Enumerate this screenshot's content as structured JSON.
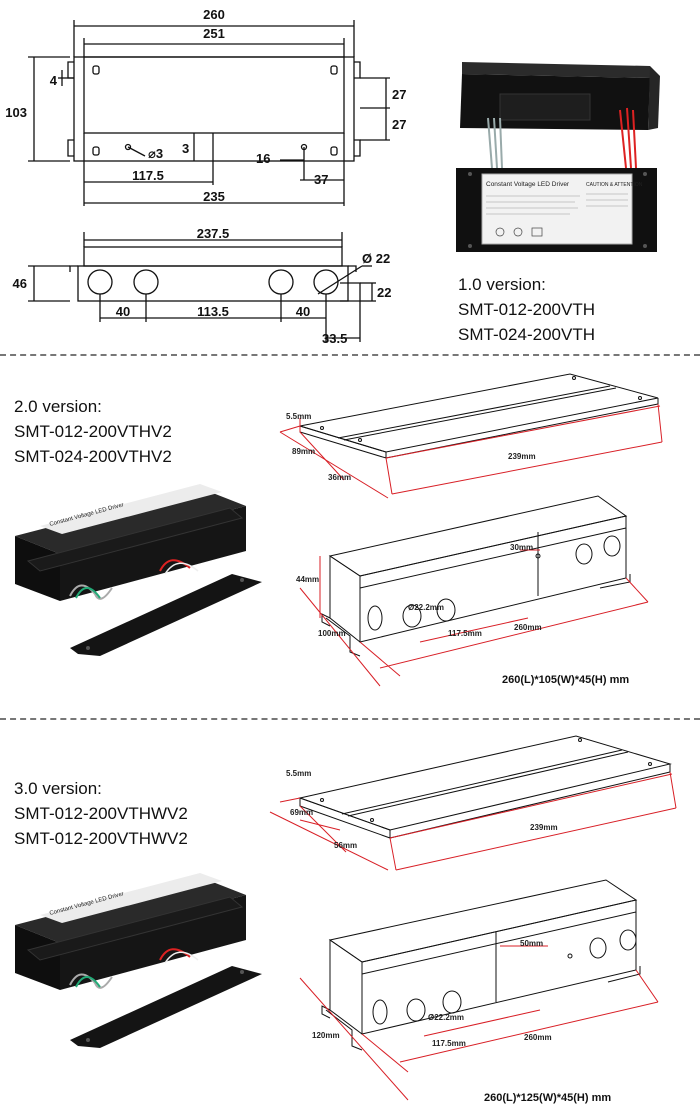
{
  "v1": {
    "title": "1.0 version:",
    "models": [
      "SMT-012-200VTH",
      "SMT-024-200VTH"
    ],
    "top_dims": {
      "overall_length": "260",
      "inner_length": "251",
      "height": "103",
      "slot": "4",
      "pitch_a": "27",
      "pitch_b": "27",
      "hole": "⌀3",
      "hole_offset": "3",
      "hole_x": "117.5",
      "slot_h": "16",
      "slot_x": "37",
      "base_length": "235"
    },
    "side_dims": {
      "length": "237.5",
      "knockout": "Ø 22",
      "height": "46",
      "knockout_h": "22",
      "ko_a": "40",
      "ko_b": "113.5",
      "ko_c": "40",
      "ko_end": "33.5"
    },
    "label_title": "Constant Voltage LED Driver",
    "label_caution": "CAUTION & ATTENTION"
  },
  "v2": {
    "title": "2.0 version:",
    "models": [
      "SMT-012-200VTHV2",
      "SMT-024-200VTHV2"
    ],
    "lid_dims": {
      "edge": "5.5mm",
      "width": "89mm",
      "strip": "36mm",
      "length": "239mm"
    },
    "box_dims": {
      "height": "44mm",
      "width": "100mm",
      "knockout": "Ø22.2mm",
      "hole_x": "117.5mm",
      "length": "260mm",
      "divider": "30mm"
    },
    "size": "260(L)*105(W)*45(H) mm",
    "label_title": "Constant Voltage LED Driver"
  },
  "v3": {
    "title": "3.0 version:",
    "models": [
      "SMT-012-200VTHWV2",
      "SMT-012-200VTHWV2"
    ],
    "lid_dims": {
      "edge": "5.5mm",
      "width": "69mm",
      "strip": "56mm",
      "length": "239mm"
    },
    "box_dims": {
      "width": "120mm",
      "knockout": "Ø22.2mm",
      "hole_x": "117.5mm",
      "length": "260mm",
      "divider": "50mm"
    },
    "size": "260(L)*125(W)*45(H) mm",
    "label_title": "Constant Voltage LED Driver"
  },
  "colors": {
    "dim_red": "#d81f26",
    "box_black": "#141414",
    "line": "#111111"
  }
}
